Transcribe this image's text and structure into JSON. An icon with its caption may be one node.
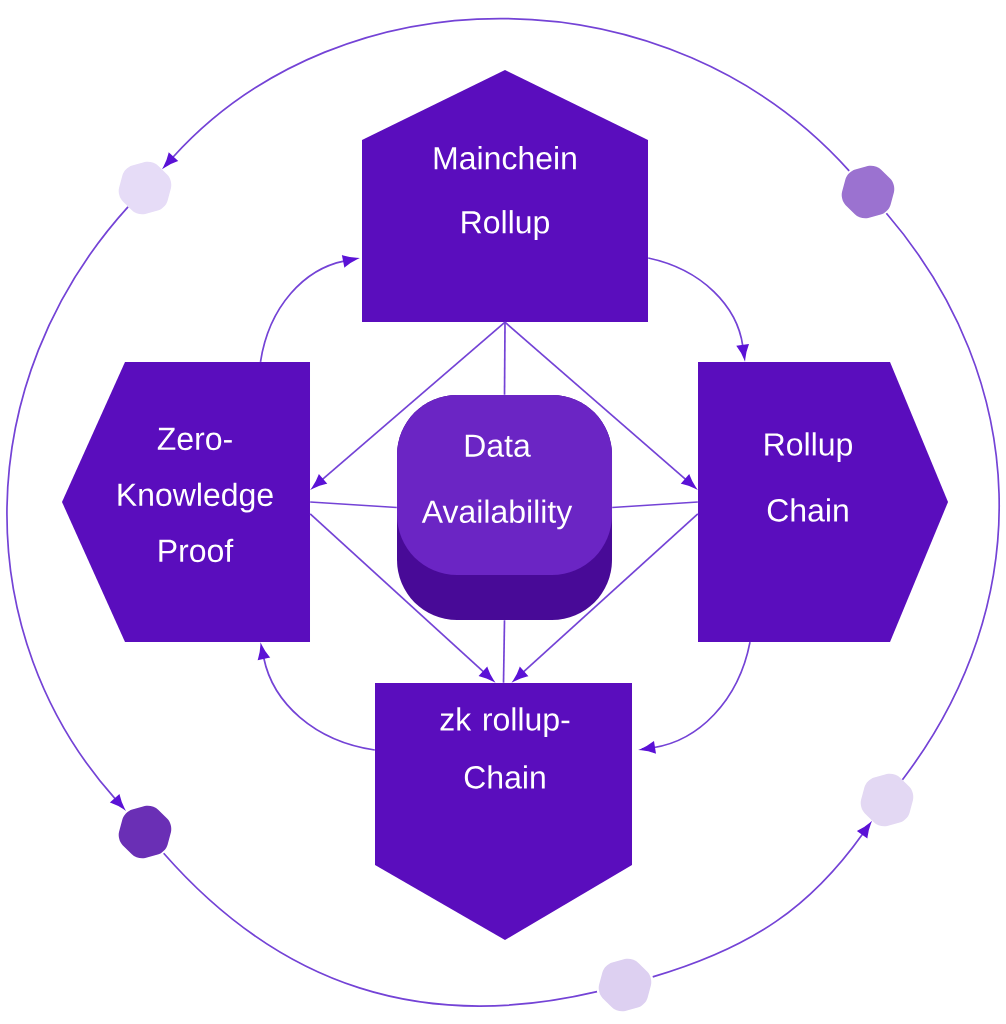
{
  "diagram": {
    "nodes": [
      {
        "text": [
          "Mainchein Rollup"
        ]
      },
      {
        "text": [
          "Zero- Knowledge Proof"
        ]
      },
      {
        "text": [
          "Data Availability"
        ]
      },
      {
        "text": [
          "Rollup Chain"
        ]
      },
      {
        "text": [
          "zk rollup- Chain"
        ]
      },
      {
        "text": [],
        "shape": "hexagon"
      },
      {
        "text": [],
        "shape": "hexagon"
      },
      {
        "text": [],
        "shape": "hexagon"
      },
      {
        "text": [],
        "shape": "hexagon"
      },
      {
        "text": [],
        "shape": "hexagon"
      }
    ],
    "edges": [
      {
        "from": 6,
        "to": 5,
        "arrow": "to"
      },
      {
        "from": 5,
        "to": 8,
        "arrow": "to"
      },
      {
        "from": 8,
        "to": 9,
        "arrow": "none"
      },
      {
        "from": 9,
        "to": 7,
        "arrow": "to"
      },
      {
        "from": 7,
        "to": 6,
        "arrow": "none"
      },
      {
        "from": 1,
        "to": 0,
        "arrow": "to"
      },
      {
        "from": 0,
        "to": 3,
        "arrow": "to"
      },
      {
        "from": 3,
        "to": 4,
        "arrow": "to"
      },
      {
        "from": 4,
        "to": 1,
        "arrow": "to"
      },
      {
        "from": 0,
        "to": 1,
        "arrow": "to"
      },
      {
        "from": 0,
        "to": 3,
        "arrow": "to"
      },
      {
        "from": 0,
        "to": 2,
        "arrow": "none"
      },
      {
        "from": 1,
        "to": 2,
        "arrow": "none"
      },
      {
        "from": 2,
        "to": 3,
        "arrow": "none"
      },
      {
        "from": 1,
        "to": 4,
        "arrow": "to"
      },
      {
        "from": 3,
        "to": 4,
        "arrow": "to"
      },
      {
        "from": 2,
        "to": 4,
        "arrow": "none"
      }
    ]
  }
}
